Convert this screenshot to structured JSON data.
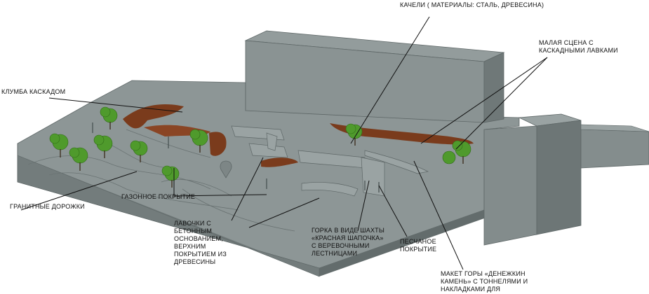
{
  "labels": {
    "swings": "КАЧЕЛИ ( МАТЕРИАЛЫ: СТАЛЬ, ДРЕВЕСИНА)",
    "stage": [
      "МАЛАЯ СЦЕНА С",
      "КАСКАДНЫМИ ЛАВКАМИ"
    ],
    "flowerbed": "КЛУМБА КАСКАДОМ",
    "paths": "ГРАНИТНЫЕ ДОРОЖКИ",
    "lawn": "ГАЗОННОЕ ПОКРЫТИЕ",
    "benches": [
      "ЛАВОЧКИ С",
      "БЕТОННЫМ",
      "ОСНОВАНИЕМ,",
      "ВЕРХНИМ",
      "ПОКРЫТИЕМ ИЗ",
      "ДРЕВЕСИНЫ"
    ],
    "slide": [
      "ГОРКА В ВИДЕ ШАХТЫ",
      "«КРАСНАЯ ШАПОЧКА»",
      "С ВЕРЕВОЧНЫМИ",
      "ЛЕСТНИЦАМИ"
    ],
    "sand": [
      "ПЕСЧАНОЕ",
      "ПОКРЫТИЕ"
    ],
    "mountain": [
      "МАКЕТ ГОРЫ «ДЕНЕЖКИН",
      "КАМЕНЬ» С ТОННЕЛЯМИ И",
      "НАКЛАДКАМИ ДЛЯ"
    ]
  },
  "colors": {
    "ground_top": "#8d9696",
    "ground_side": "#6e7777",
    "building": "#8a9393",
    "wood": "#7a3b1c",
    "tree": "#4f9a2c",
    "leader": "#111111"
  }
}
